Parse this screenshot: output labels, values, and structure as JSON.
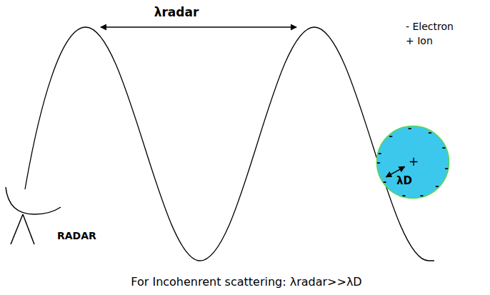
{
  "diagram": {
    "caption": "For Incohenrent scattering: λradar>>λD",
    "nodes": [
      {
        "text": [
          "+"
        ]
      }
    ],
    "labels": [
      "λradar",
      "- Electron",
      "+ Ion",
      "RADAR",
      "λD",
      "-",
      "-",
      "-",
      "-",
      "-",
      "-",
      "-",
      "-",
      "-",
      "-",
      "-"
    ]
  }
}
